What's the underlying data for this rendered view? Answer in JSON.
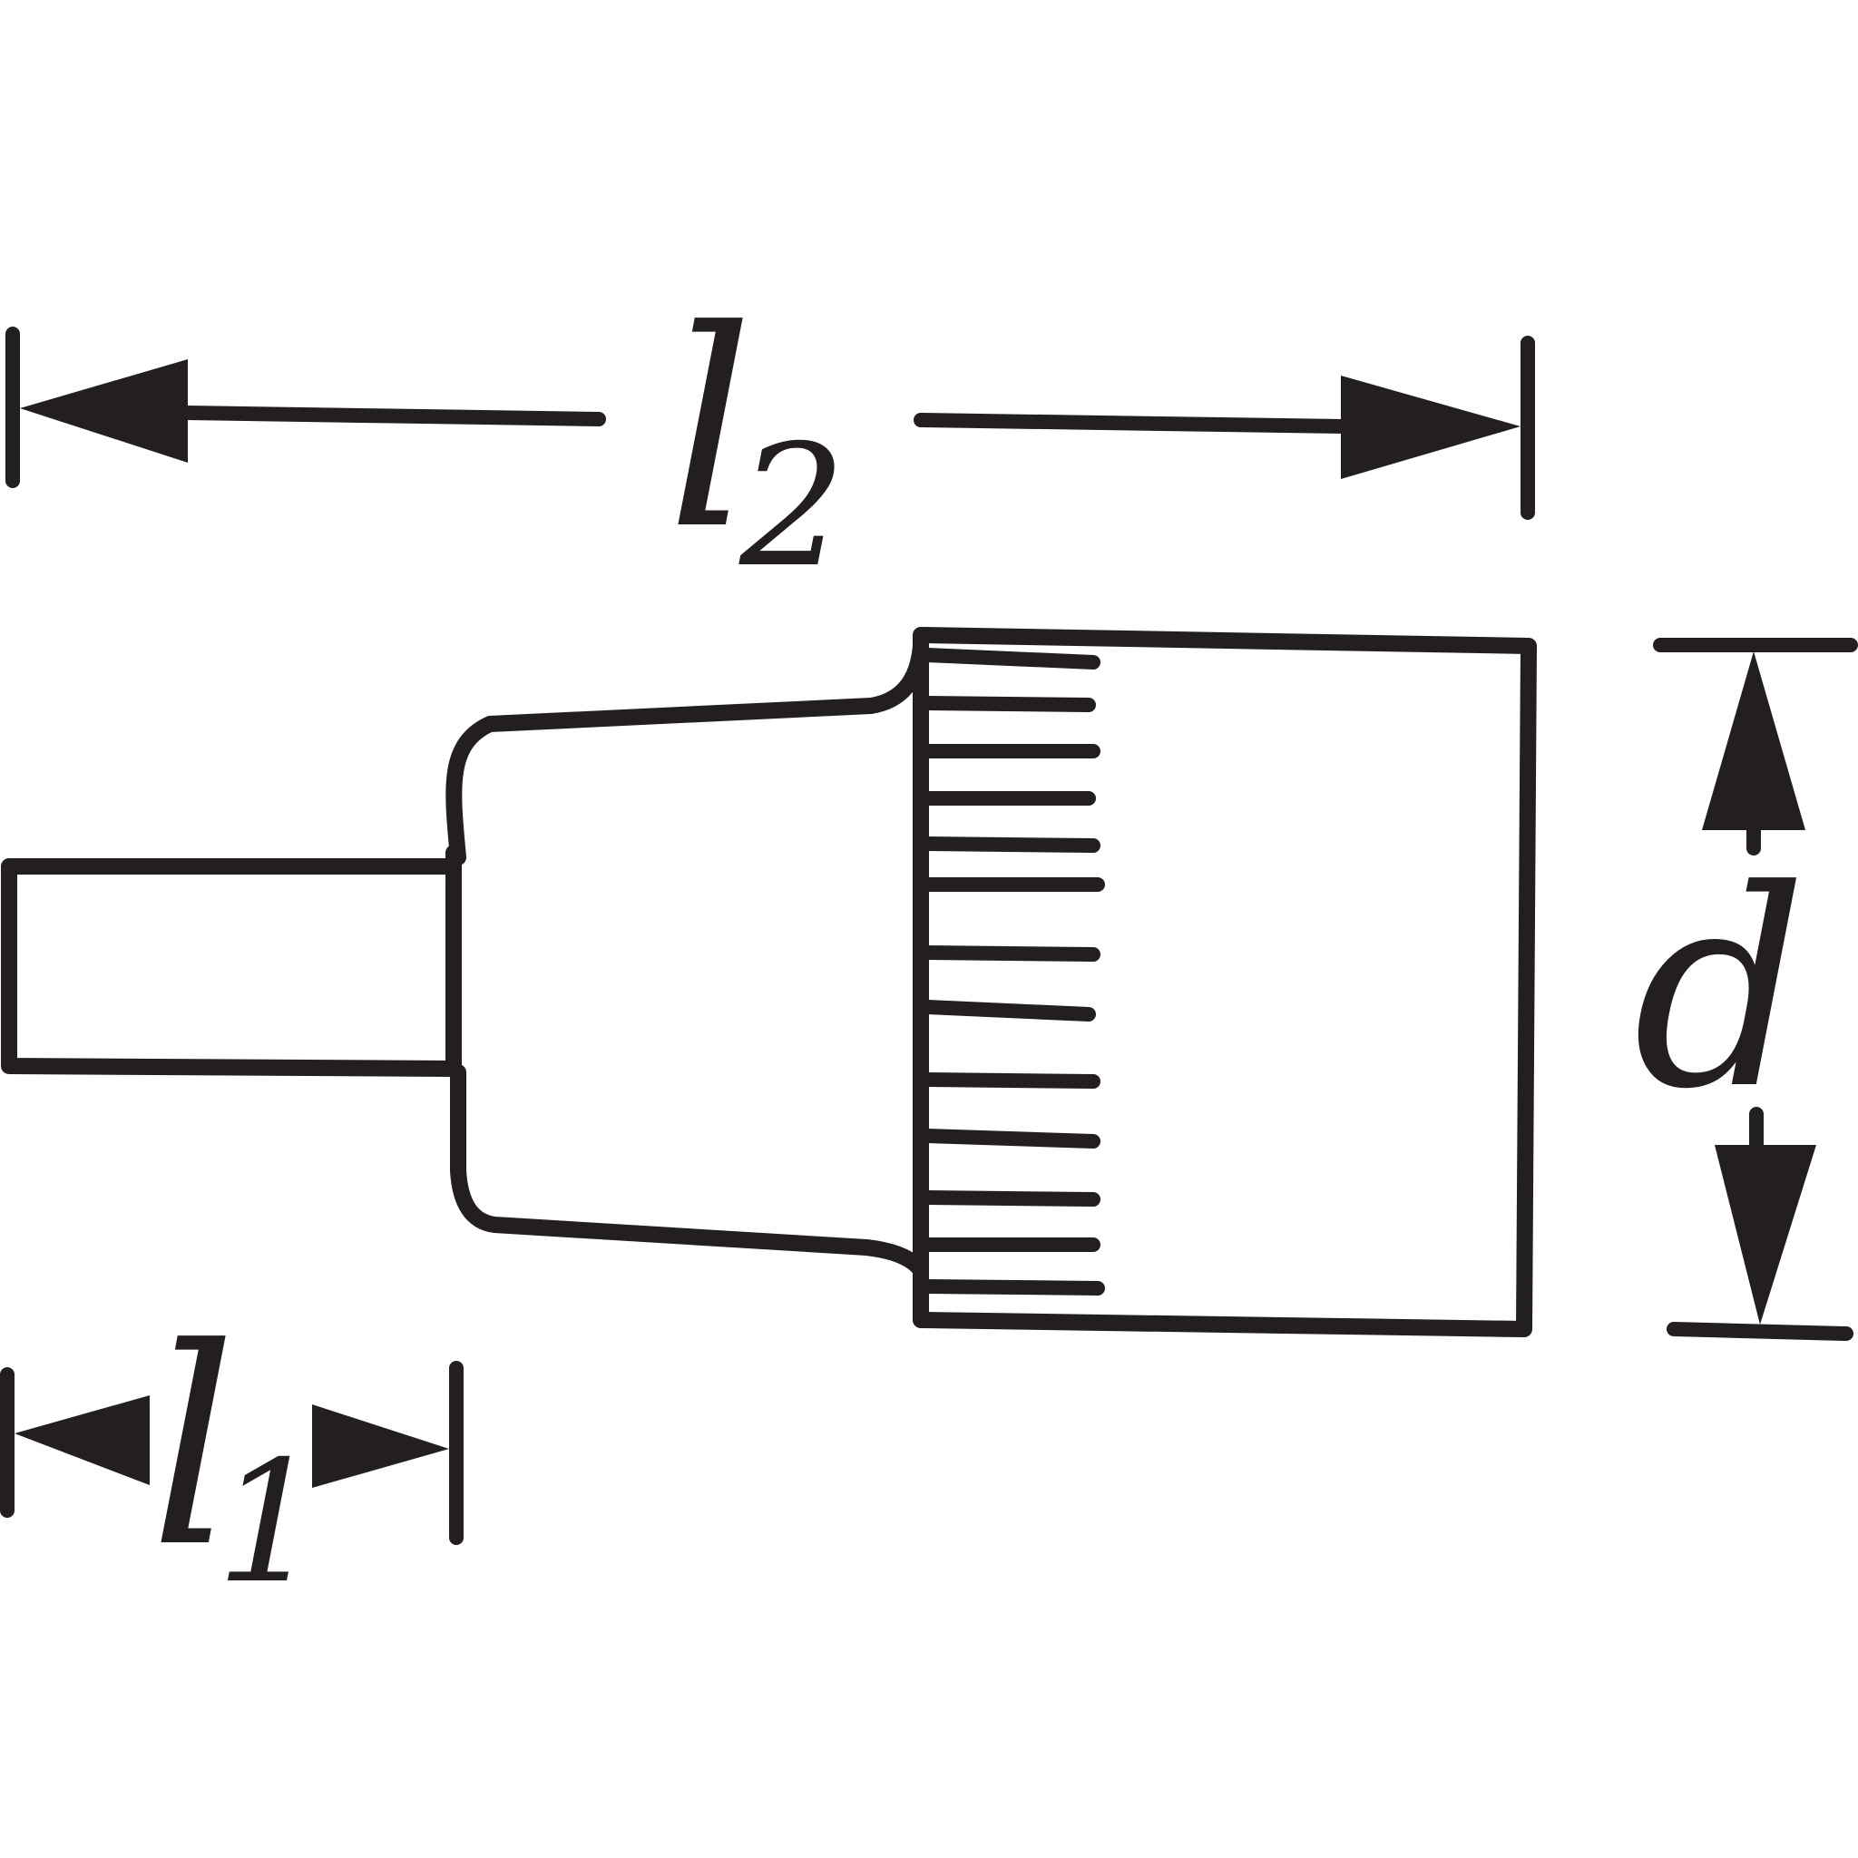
{
  "labels": {
    "l2": {
      "main": "l",
      "sub": "2"
    },
    "l1": {
      "main": "l",
      "sub": "1"
    },
    "d": "d"
  },
  "colors": {
    "ink": "#231f20",
    "background": "#ffffff"
  }
}
